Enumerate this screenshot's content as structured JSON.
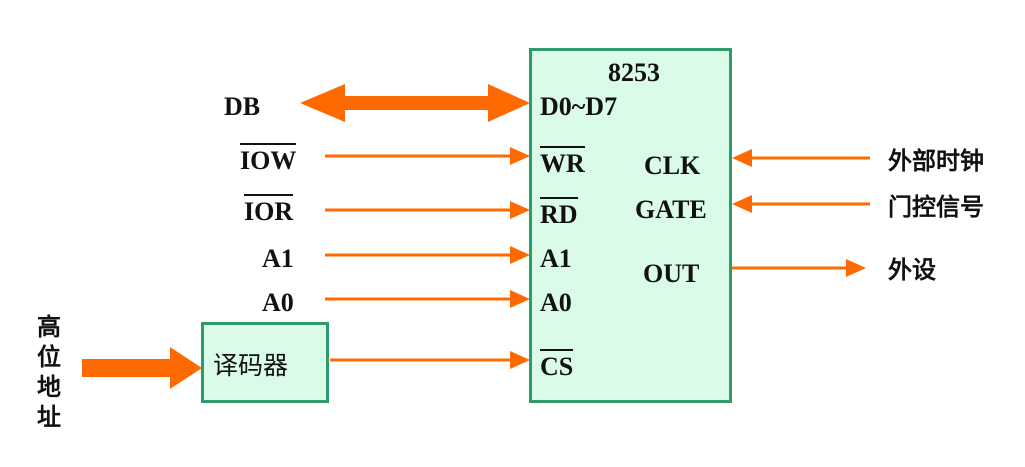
{
  "chip": {
    "name": "8253",
    "pins_left": {
      "data": "D0~D7",
      "wr": "WR",
      "rd": "RD",
      "a1": "A1",
      "a0": "A0",
      "cs": "CS"
    },
    "pins_right": {
      "clk": "CLK",
      "gate": "GATE",
      "out": "OUT"
    }
  },
  "signals_left": {
    "db": "DB",
    "iow": "IOW",
    "ior": "IOR",
    "a1": "A1",
    "a0": "A0"
  },
  "decoder": {
    "label": "译码器"
  },
  "high_address": {
    "chars": [
      "高",
      "位",
      "地",
      "址"
    ]
  },
  "signals_right": {
    "clk_source": "外部时钟",
    "gate_source": "门控信号",
    "out_target": "外设"
  },
  "colors": {
    "arrow": "#ff6a00",
    "box_fill": "#d9fbe8",
    "box_border": "#2f9a6a"
  }
}
